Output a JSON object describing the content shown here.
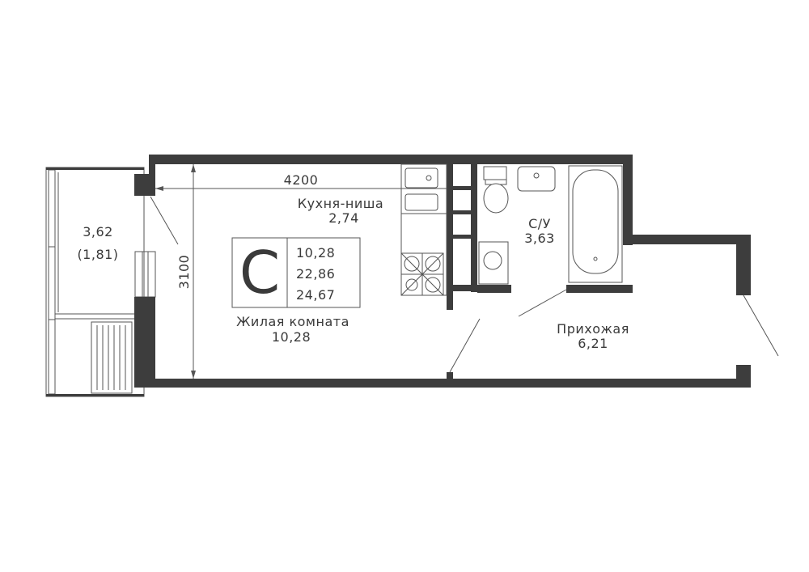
{
  "plan": {
    "wall_color": "#3d3d3d",
    "dimensions": {
      "width": "4200",
      "height": "3100"
    },
    "rooms": {
      "balcony": {
        "area": "3,62",
        "area_reduced": "(1,81)"
      },
      "kitchen": {
        "name": "Кухня-ниша",
        "area": "2,74"
      },
      "living": {
        "name": "Жилая комната",
        "area": "10,28"
      },
      "bathroom": {
        "name": "С/У",
        "area": "3,63"
      },
      "hallway": {
        "name": "Прихожая",
        "area": "6,21"
      }
    },
    "legend": {
      "type_letter": "С",
      "living_area": "10,28",
      "total_area": "22,86",
      "total_with_balcony": "24,67"
    }
  }
}
